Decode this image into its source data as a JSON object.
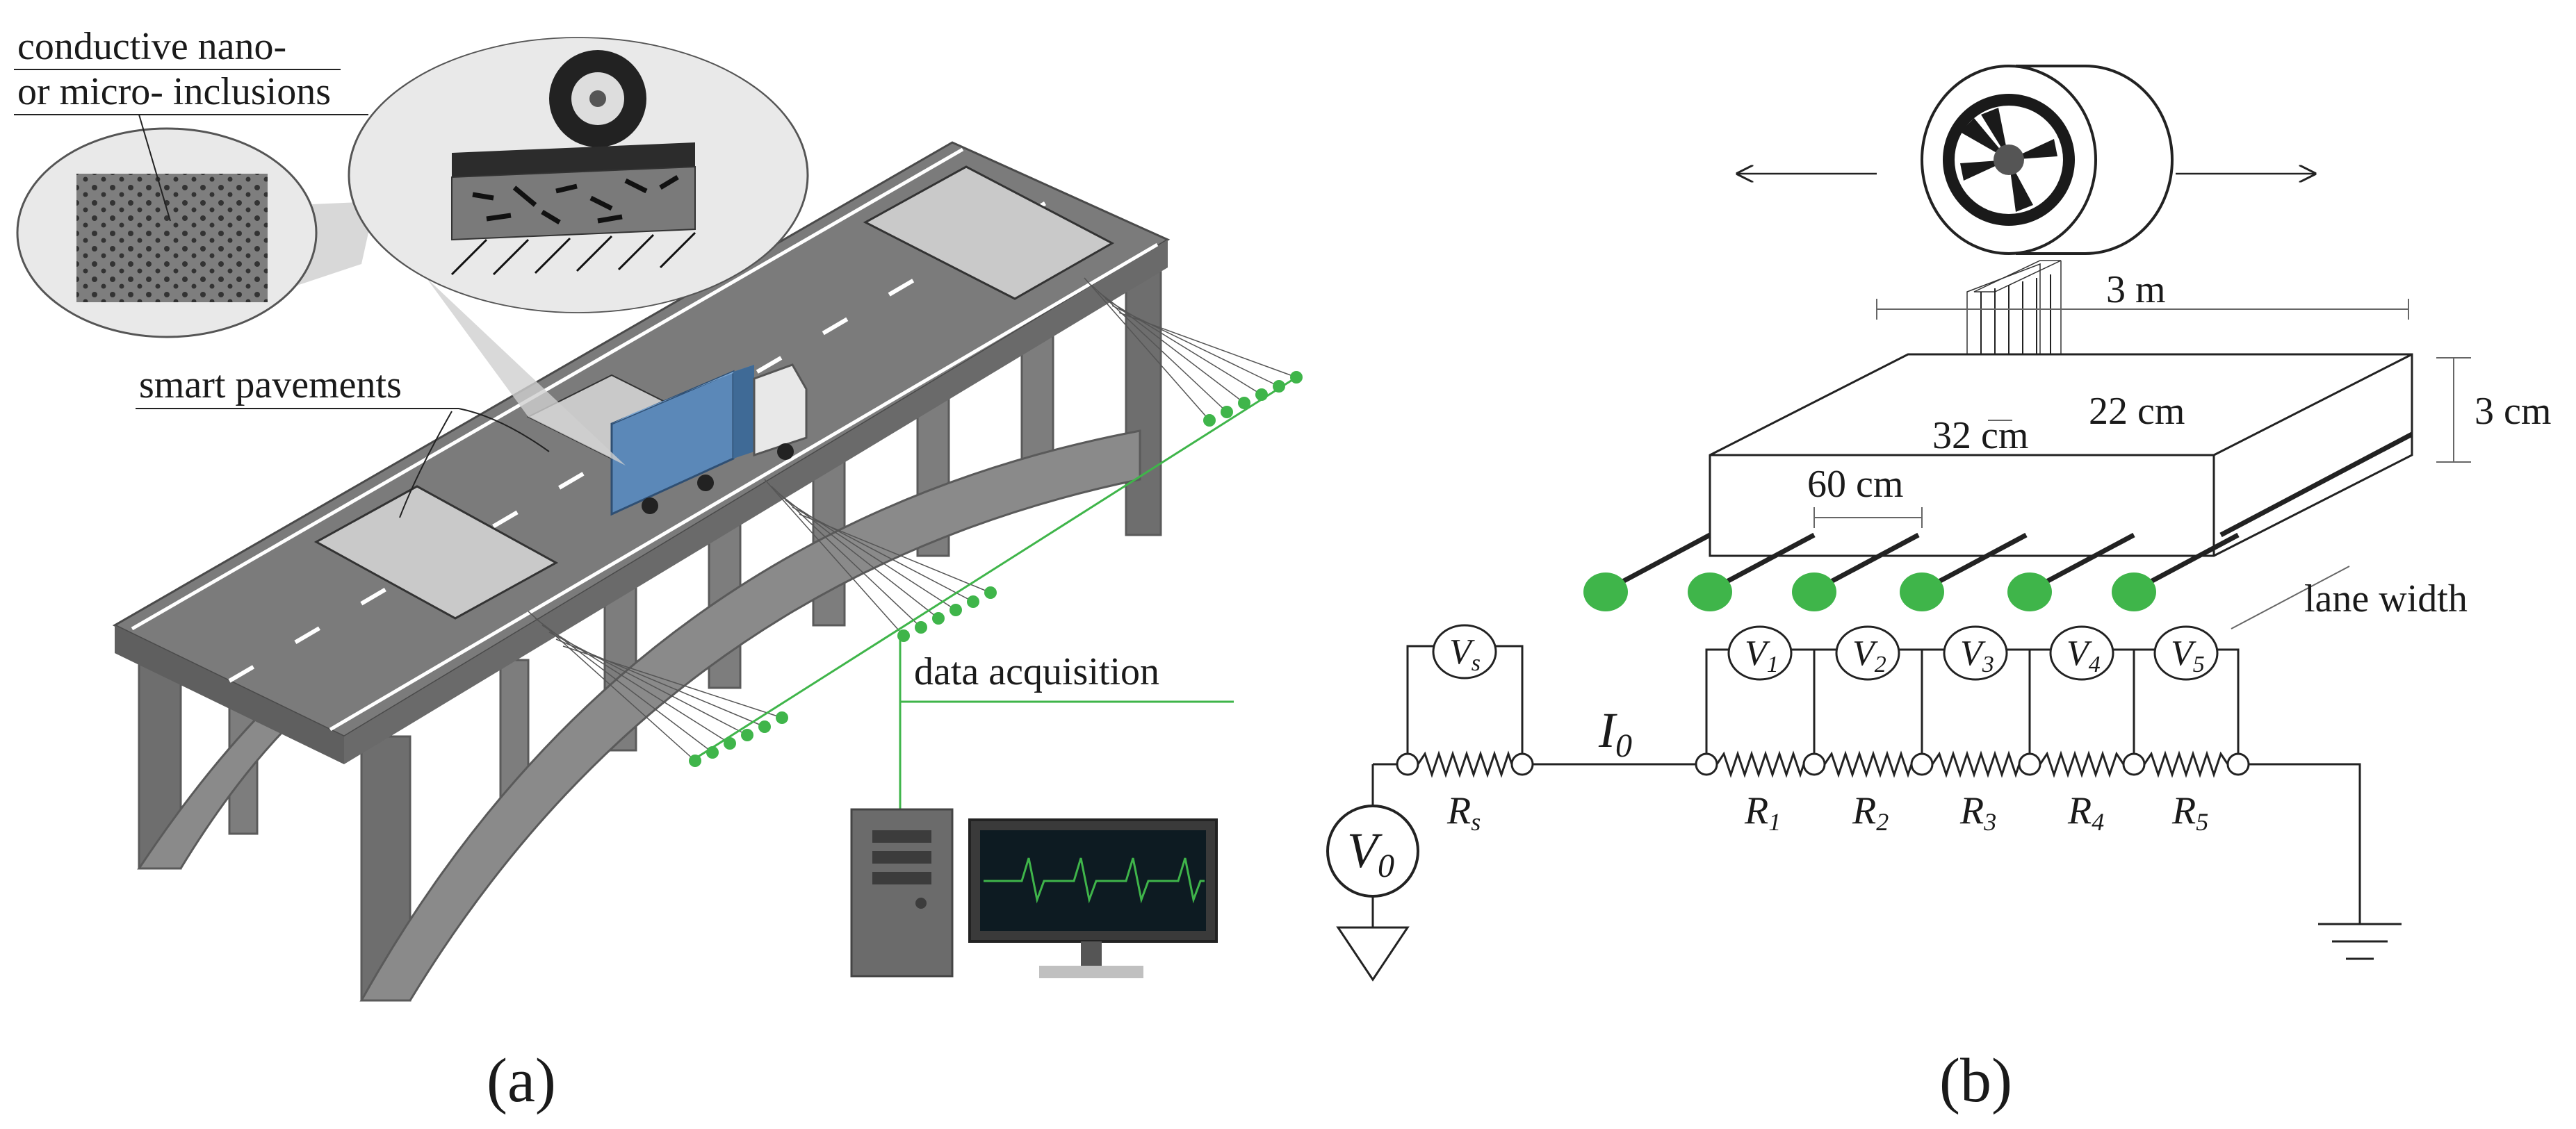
{
  "panel_a": {
    "label": "(a)",
    "inclusions_label_line1": "conductive nano-",
    "inclusions_label_line2": "or micro- inclusions",
    "smart_pavements_label": "smart pavements",
    "data_acquisition_label": "data acquisition"
  },
  "panel_b": {
    "label": "(b)",
    "dim_length": "3 m",
    "dim_thickness": "3 cm",
    "dim_contact_width": "22 cm",
    "dim_contact_length": "32 cm",
    "dim_electrode_spacing": "60 cm",
    "lane_width_label": "lane width",
    "current_label": {
      "base": "I",
      "sub": "0"
    },
    "source_label": {
      "base": "V",
      "sub": "0"
    },
    "shunt_voltmeter": {
      "base": "V",
      "sub": "s"
    },
    "shunt_resistor": {
      "base": "R",
      "sub": "s"
    },
    "voltmeters": [
      {
        "base": "V",
        "sub": "1"
      },
      {
        "base": "V",
        "sub": "2"
      },
      {
        "base": "V",
        "sub": "3"
      },
      {
        "base": "V",
        "sub": "4"
      },
      {
        "base": "V",
        "sub": "5"
      }
    ],
    "resistors": [
      {
        "base": "R",
        "sub": "1"
      },
      {
        "base": "R",
        "sub": "2"
      },
      {
        "base": "R",
        "sub": "3"
      },
      {
        "base": "R",
        "sub": "4"
      },
      {
        "base": "R",
        "sub": "5"
      }
    ]
  },
  "colors": {
    "road": "#7b7b7b",
    "road_dark": "#5f5f5f",
    "smart_patch": "#c9c9c9",
    "electrode_green": "#3fb54a",
    "truck_container": "#5b88b8",
    "monitor_trace": "#3fb54a"
  }
}
